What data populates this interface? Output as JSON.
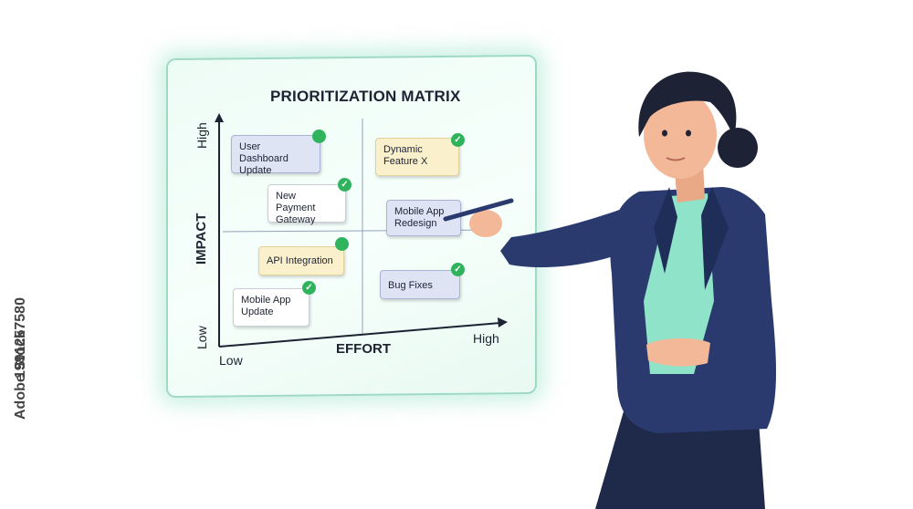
{
  "matrix": {
    "title": "PRIORITIZATION MATRIX",
    "y_axis": {
      "title": "IMPACT",
      "high": "High",
      "low": "Low"
    },
    "x_axis": {
      "title": "EFFORT",
      "high": "High",
      "low": "Low"
    },
    "cards": [
      {
        "line1": "User Dashboard",
        "line2": "Update",
        "style": "blue",
        "marker": "dot"
      },
      {
        "line1": "New Payment",
        "line2": "Gateway",
        "style": "white",
        "marker": "check"
      },
      {
        "line1": "API Integration",
        "line2": "",
        "style": "yellow",
        "marker": "dot"
      },
      {
        "line1": "Mobile App",
        "line2": "Update",
        "style": "white",
        "marker": "check"
      },
      {
        "line1": "Dynamic",
        "line2": "Feature X",
        "style": "yellow",
        "marker": "check"
      },
      {
        "line1": "Mobile App",
        "line2": "Redesign",
        "style": "blue",
        "marker": "none"
      },
      {
        "line1": "Bug Fixes",
        "line2": "",
        "style": "blue",
        "marker": "check"
      }
    ]
  },
  "watermark": {
    "text": "1991257580",
    "brand": "Adobe Stock"
  },
  "colors": {
    "board_bg": "#eefcf6",
    "board_border": "#9ed9c6",
    "check_green": "#2fb35d",
    "blazer": "#2a3a6e",
    "shirt": "#8fe3c9",
    "hair": "#1d2234",
    "skin": "#f2b898"
  },
  "icons": [
    "check-icon",
    "pen-icon"
  ]
}
